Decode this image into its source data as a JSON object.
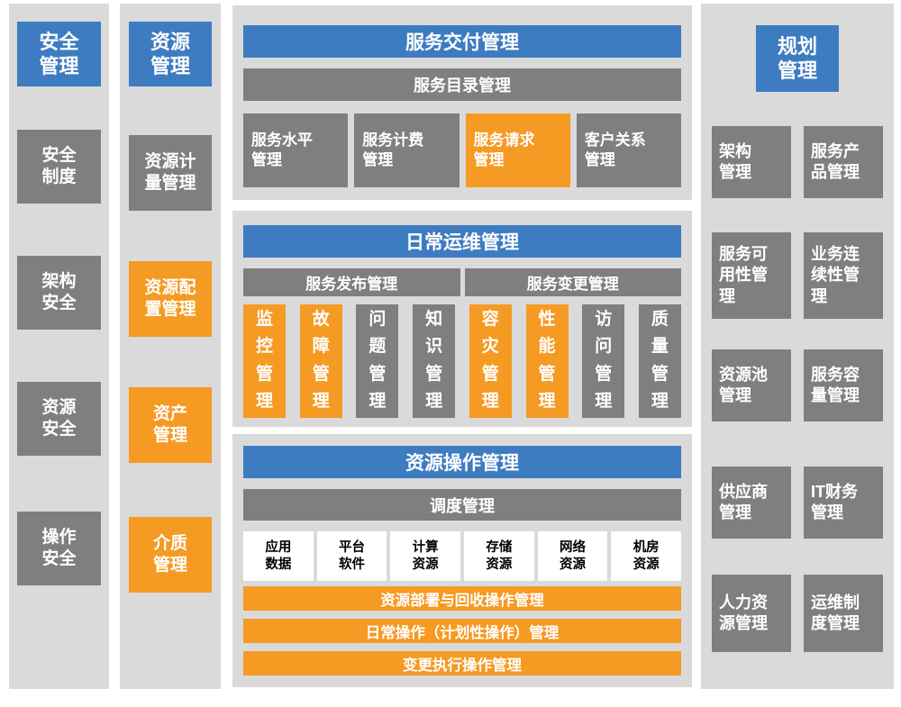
{
  "colors": {
    "blue": "#3E7CC1",
    "gray": "#7F7F7F",
    "orange": "#F59A23",
    "panel_bg": "#DADADA"
  },
  "security_panel": {
    "header": "安全\n管理",
    "items": [
      {
        "label": "安全\n制度",
        "variant": "gray"
      },
      {
        "label": "架构\n安全",
        "variant": "gray"
      },
      {
        "label": "资源\n安全",
        "variant": "gray"
      },
      {
        "label": "操作\n安全",
        "variant": "gray"
      }
    ]
  },
  "resource_panel": {
    "header": "资源\n管理",
    "items": [
      {
        "label": "资源计\n量管理",
        "variant": "gray"
      },
      {
        "label": "资源配\n置管理",
        "variant": "orange"
      },
      {
        "label": "资产\n管理",
        "variant": "orange"
      },
      {
        "label": "介质\n管理",
        "variant": "orange"
      }
    ]
  },
  "service_delivery_panel": {
    "title": "服务交付管理",
    "catalog_bar": "服务目录管理",
    "items": [
      {
        "label": "服务水平\n管理",
        "variant": "gray"
      },
      {
        "label": "服务计费\n管理",
        "variant": "gray"
      },
      {
        "label": "服务请求\n管理",
        "variant": "orange"
      },
      {
        "label": "客户关系\n管理",
        "variant": "gray"
      }
    ]
  },
  "daily_operations_panel": {
    "title": "日常运维管理",
    "bars": [
      {
        "label": "服务发布管理"
      },
      {
        "label": "服务变更管理"
      }
    ],
    "items": [
      {
        "label": "监\n控\n管\n理",
        "variant": "orange"
      },
      {
        "label": "故\n障\n管\n理",
        "variant": "orange"
      },
      {
        "label": "问\n题\n管\n理",
        "variant": "gray"
      },
      {
        "label": "知\n识\n管\n理",
        "variant": "gray"
      },
      {
        "label": "容\n灾\n管\n理",
        "variant": "orange"
      },
      {
        "label": "性\n能\n管\n理",
        "variant": "orange"
      },
      {
        "label": "访\n问\n管\n理",
        "variant": "gray"
      },
      {
        "label": "质\n量\n管\n理",
        "variant": "gray"
      }
    ]
  },
  "resource_operations_panel": {
    "title": "资源操作管理",
    "scheduling_bar": "调度管理",
    "resources": [
      {
        "label": "应用\n数据"
      },
      {
        "label": "平台\n软件"
      },
      {
        "label": "计算\n资源"
      },
      {
        "label": "存储\n资源"
      },
      {
        "label": "网络\n资源"
      },
      {
        "label": "机房\n资源"
      }
    ],
    "operation_bars": [
      {
        "label": "资源部署与回收操作管理"
      },
      {
        "label": "日常操作（计划性操作）管理"
      },
      {
        "label": "变更执行操作管理"
      }
    ]
  },
  "planning_panel": {
    "header": "规划\n管理",
    "rows": [
      {
        "left": "架构\n管理",
        "right": "服务产\n品管理"
      },
      {
        "left": "服务可\n用性管\n理",
        "right": "业务连\n续性管\n理"
      },
      {
        "left": "资源池\n管理",
        "right": "服务容\n量管理"
      },
      {
        "left": "供应商\n管理",
        "right": "IT财务\n管理"
      },
      {
        "left": "人力资\n源管理",
        "right": "运维制\n度管理"
      }
    ]
  }
}
